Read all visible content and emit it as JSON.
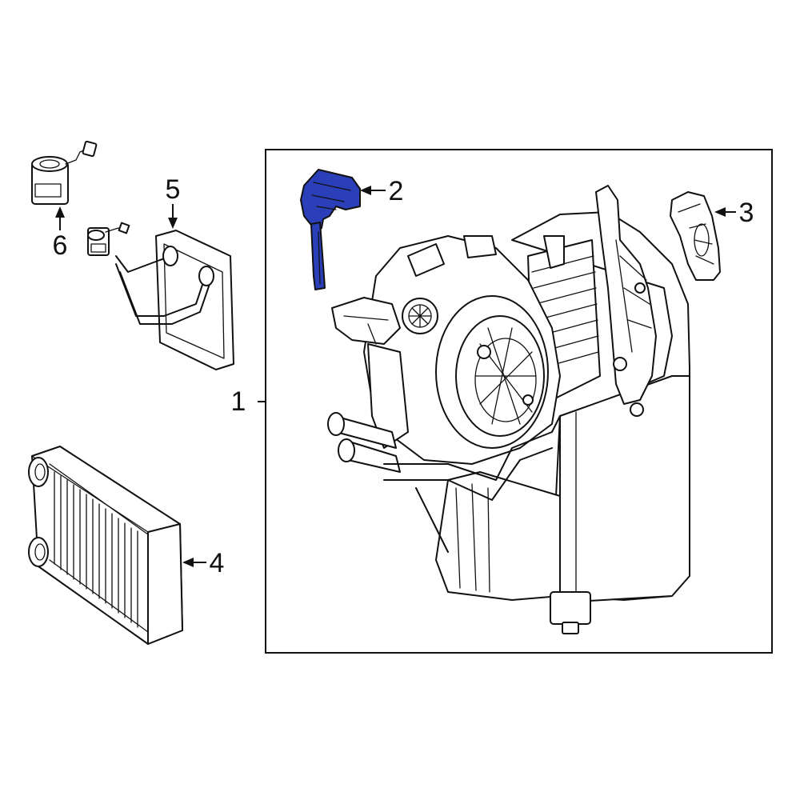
{
  "diagram": {
    "highlight_color": "#2b3fb8",
    "callouts": [
      {
        "id": "1",
        "label": "1"
      },
      {
        "id": "2",
        "label": "2"
      },
      {
        "id": "3",
        "label": "3"
      },
      {
        "id": "4",
        "label": "4"
      },
      {
        "id": "5",
        "label": "5"
      },
      {
        "id": "6",
        "label": "6"
      }
    ]
  }
}
